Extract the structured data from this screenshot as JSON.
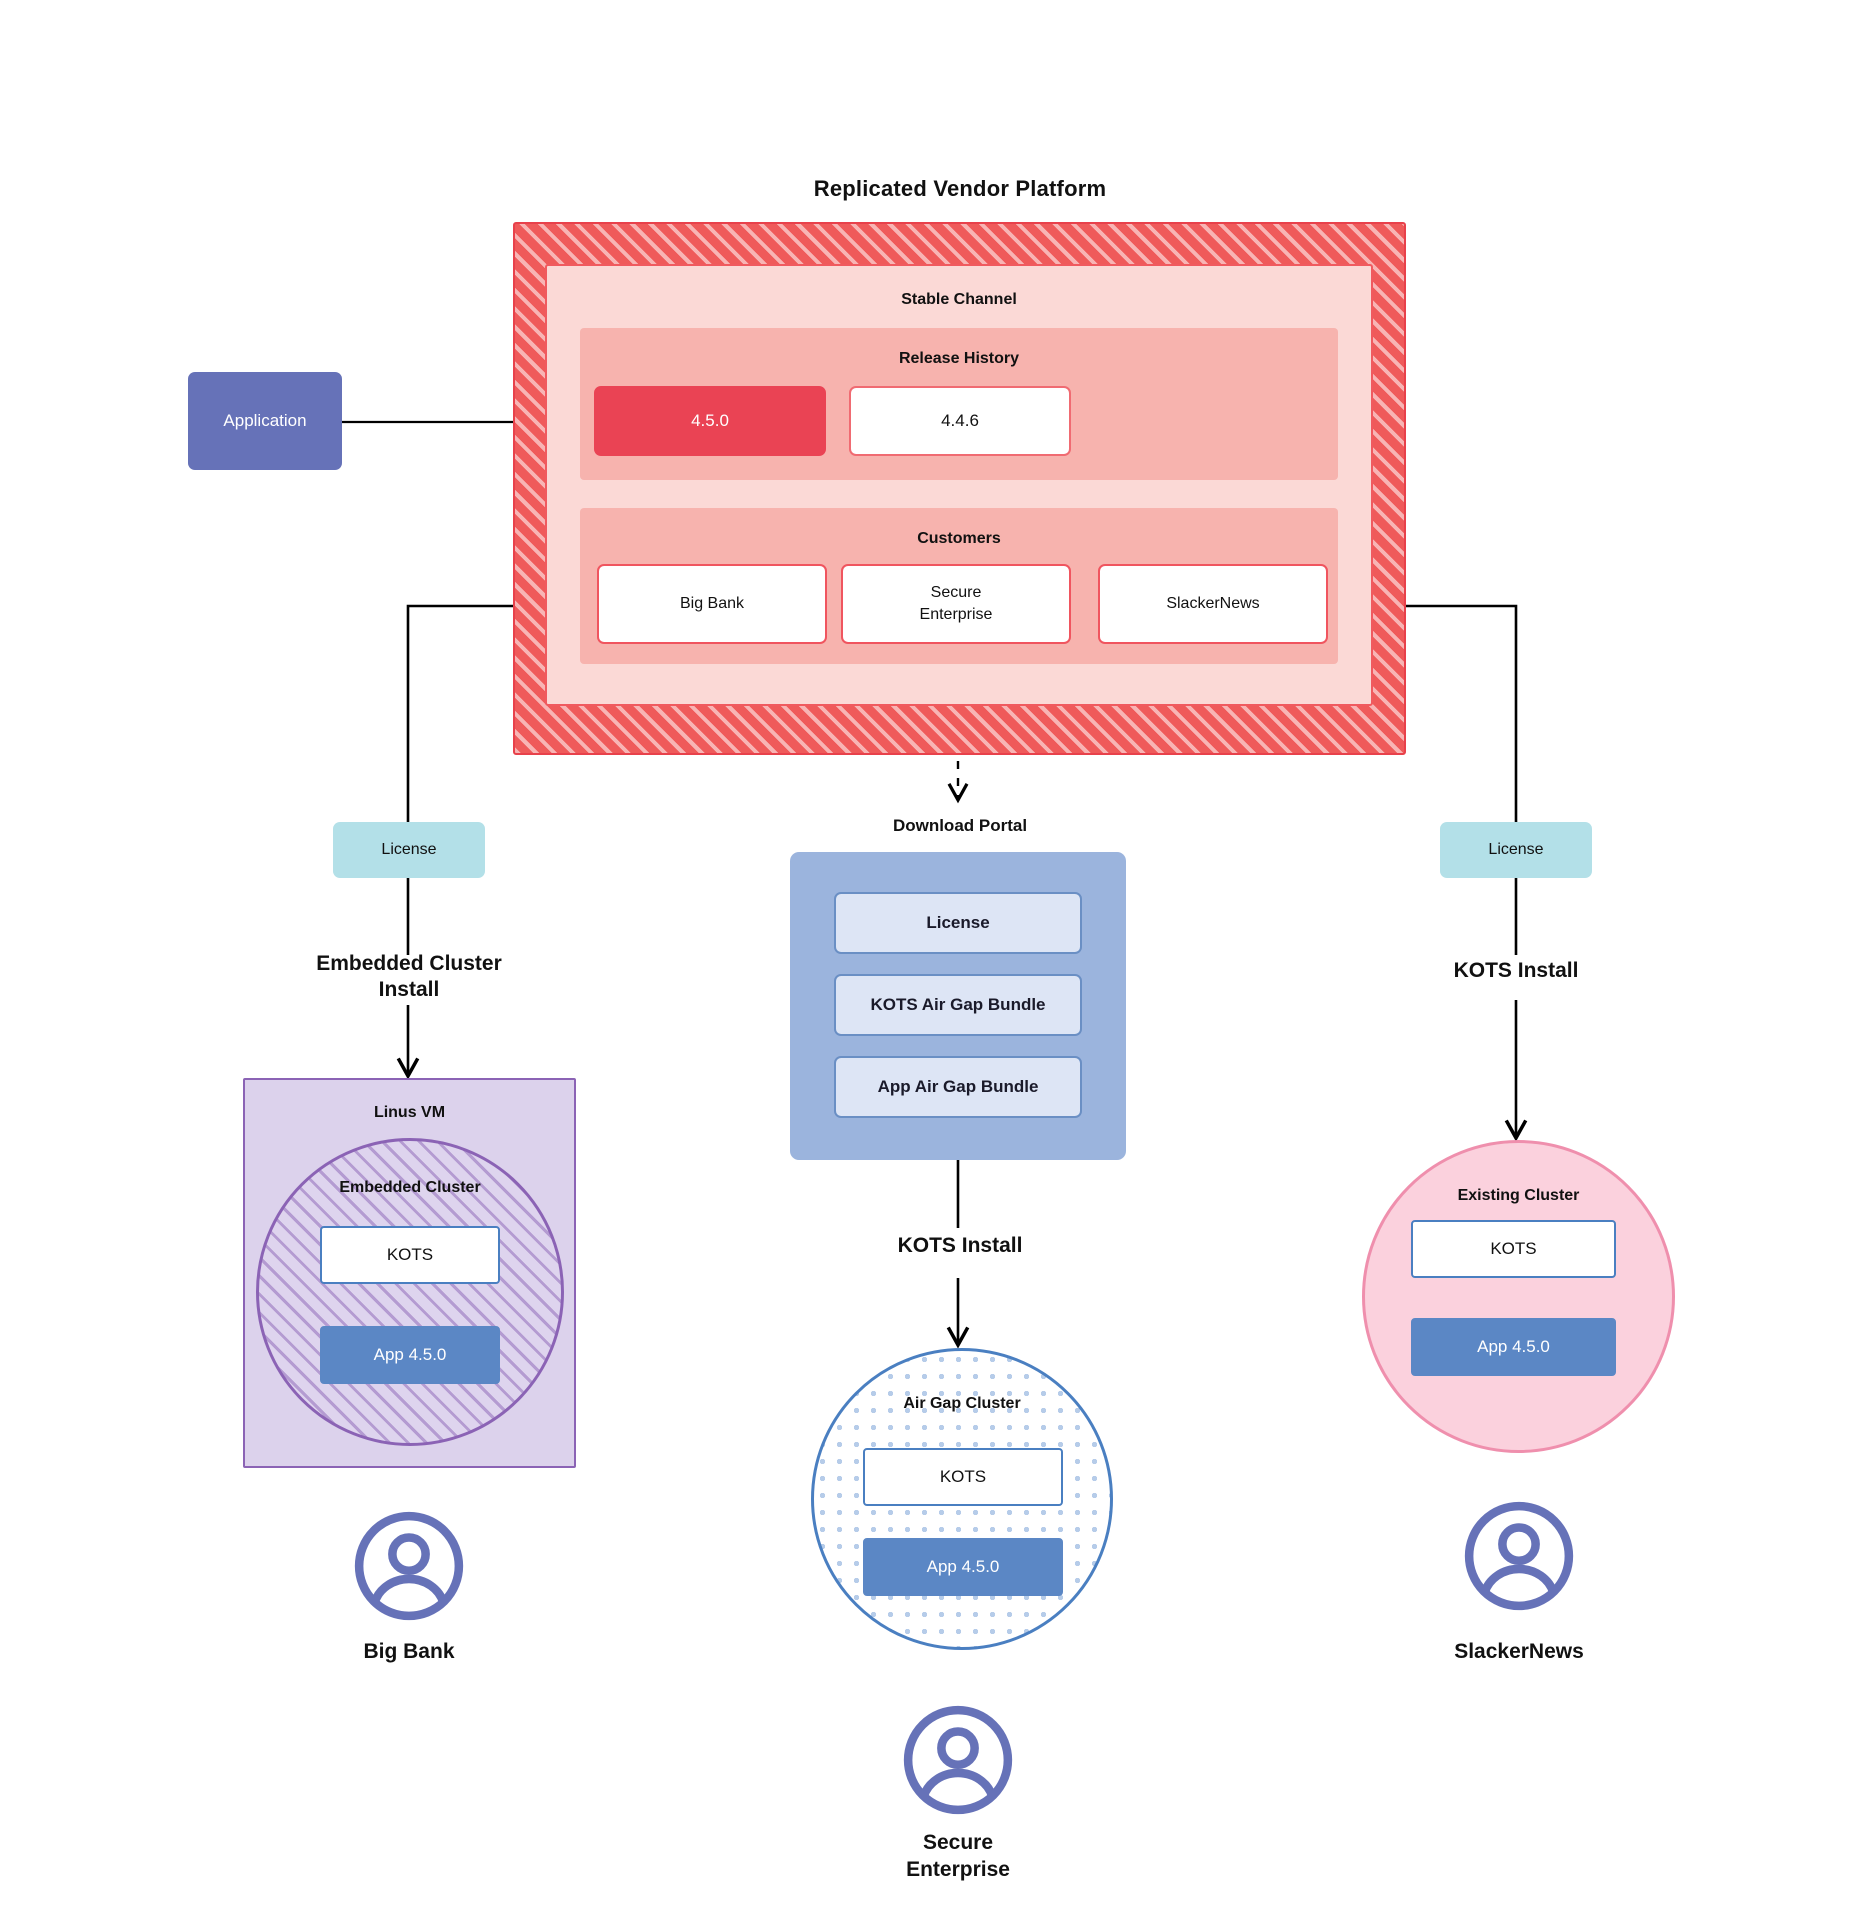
{
  "diagram": {
    "platform_title": "Replicated Vendor Platform",
    "channel_title": "Stable Channel",
    "release_history_title": "Release History",
    "customers_title": "Customers",
    "download_portal_title": "Download  Portal"
  },
  "application": {
    "label": "Application"
  },
  "releases": [
    {
      "version": "4.5.0",
      "state": "current"
    },
    {
      "version": "4.4.6",
      "state": "previous"
    }
  ],
  "customers": [
    {
      "name": "Big Bank"
    },
    {
      "name": "Secure\nEnterprise"
    },
    {
      "name": "SlackerNews"
    }
  ],
  "licenses": {
    "left_label": "License",
    "right_label": "License"
  },
  "install_labels": {
    "left": "Embedded Cluster\nInstall",
    "center": "KOTS Install",
    "right": "KOTS Install"
  },
  "download_portal": {
    "items": [
      {
        "label": "License"
      },
      {
        "label": "KOTS Air Gap Bundle"
      },
      {
        "label": "App Air Gap Bundle"
      }
    ]
  },
  "targets": {
    "left": {
      "host_label": "Linus VM",
      "cluster_label": "Embedded Cluster",
      "kots_label": "KOTS",
      "app_label": "App 4.5.0"
    },
    "center": {
      "cluster_label": "Air Gap Cluster",
      "kots_label": "KOTS",
      "app_label": "App 4.5.0"
    },
    "right": {
      "cluster_label": "Existing Cluster",
      "kots_label": "KOTS",
      "app_label": "App 4.5.0"
    }
  },
  "end_users": [
    {
      "name": "Big Bank",
      "icon": "user-avatar-icon"
    },
    {
      "name": "Secure\nEnterprise",
      "icon": "user-avatar-icon"
    },
    {
      "name": "SlackerNews",
      "icon": "user-avatar-icon"
    }
  ],
  "colors": {
    "vendor_hatch": "#ef5a5a",
    "channel_bg": "#fbd9d6",
    "band_bg": "#f7b3ae",
    "release_current": "#ea4354",
    "application": "#6672b8",
    "license": "#b3e0e8",
    "portal": "#9bb4dd",
    "portal_item": "#dde5f5",
    "vm": "#dcd2ec",
    "vm_border": "#8b63b5",
    "airgap_border": "#4a7fc1",
    "existing_cluster": "#fbd1dd",
    "existing_border": "#ef8fad",
    "app_version": "#5b87c5",
    "avatar": "#6672b8"
  }
}
